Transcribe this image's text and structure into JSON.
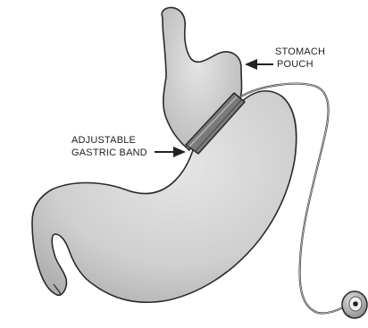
{
  "labels": {
    "stomach_pouch": {
      "line1": "STOMACH",
      "line2": "POUCH"
    },
    "gastric_band": {
      "line1": "ADJUSTABLE",
      "line2": "GASTRIC BAND"
    }
  },
  "colors": {
    "stomach_fill": "#cfcfcf",
    "outline": "#2a2a2a",
    "band_fill": "#7a7a7a",
    "tube": "#555555",
    "port_fill": "#a9a9a9",
    "text": "#222222"
  }
}
